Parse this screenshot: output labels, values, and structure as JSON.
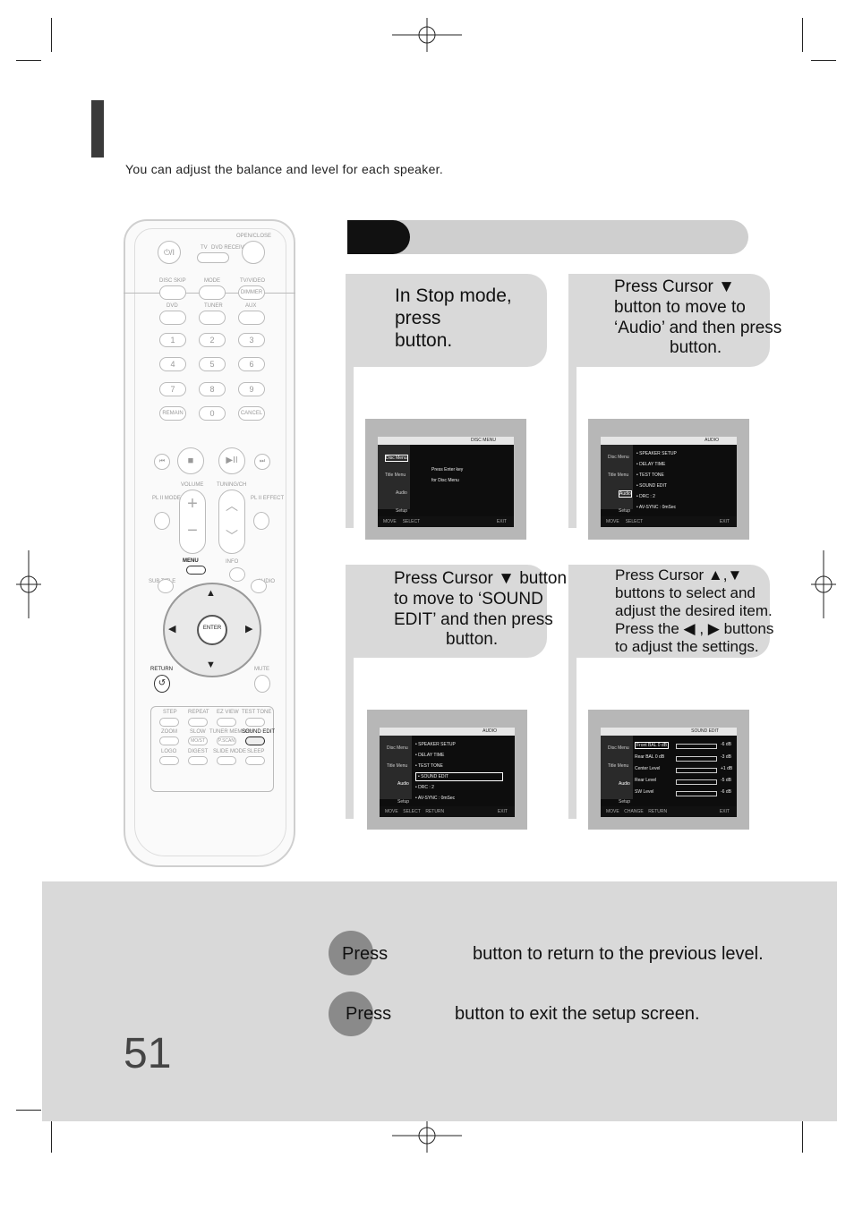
{
  "intro": "You can adjust the balance and level for each speaker.",
  "remote": {
    "power": "⏻/I",
    "top_labels": [
      "TV",
      "DVD RECEIVER",
      "OPEN/CLOSE"
    ],
    "row1": [
      "DISC SKIP",
      "MODE",
      "TV/VIDEO"
    ],
    "dimmer": "DIMMER",
    "row2": [
      "DVD",
      "TUNER",
      "AUX"
    ],
    "numbers": [
      "1",
      "2",
      "3",
      "4",
      "5",
      "6",
      "7",
      "8",
      "9"
    ],
    "row_bottom": [
      "REMAIN",
      "0",
      "CANCEL"
    ],
    "volume": "VOLUME",
    "tuning": "TUNING/CH",
    "pl_mode": "PL II MODE",
    "pl_effect": "PL II EFFECT",
    "menu": "MENU",
    "info": "INFO",
    "subtitle": "SUB TITLE",
    "audio": "AUDIO",
    "enter": "ENTER",
    "return": "RETURN",
    "mute": "MUTE",
    "grid1": [
      "STEP",
      "REPEAT",
      "EZ VIEW",
      "TEST TONE"
    ],
    "grid2": [
      "ZOOM",
      "SLOW",
      "TUNER MEMORY",
      "SOUND EDIT"
    ],
    "grid2b": [
      "MO/ST",
      "P.SCAN"
    ],
    "grid3": [
      "LOGO",
      "DIGEST",
      "SLIDE MODE",
      "SLEEP"
    ]
  },
  "steps": [
    {
      "lines": [
        "In Stop mode,",
        "press",
        "button."
      ]
    },
    {
      "lines": [
        "Press Cursor ▼",
        "button to move to",
        "‘Audio’ and then press",
        "button."
      ]
    },
    {
      "lines": [
        "Press Cursor ▼ button",
        "to move to ‘SOUND",
        "EDIT’ and then press",
        "button."
      ]
    },
    {
      "lines": [
        "Press Cursor  ▲,▼",
        "buttons to select and",
        "adjust the desired item.",
        "Press the  ◀ , ▶  buttons",
        "to adjust the settings."
      ]
    }
  ],
  "screens": [
    {
      "header": "DISC MENU",
      "side": [
        "Disc Menu",
        "Title Menu",
        "Audio",
        "Setup"
      ],
      "rows": [
        "Press Enter key",
        "for Disc Menu"
      ],
      "footer": [
        "MOVE",
        "SELECT",
        "EXIT"
      ]
    },
    {
      "header": "AUDIO",
      "side": [
        "Disc Menu",
        "Title Menu",
        "Audio",
        "Setup"
      ],
      "rows": [
        "• SPEAKER SETUP",
        "• DELAY TIME",
        "• TEST TONE",
        "• SOUND EDIT",
        "• DRC          :   2",
        "• AV-SYNC    :  0mSec"
      ],
      "footer": [
        "MOVE",
        "SELECT",
        "EXIT"
      ]
    },
    {
      "header": "AUDIO",
      "side": [
        "Disc Menu",
        "Title Menu",
        "Audio",
        "Setup"
      ],
      "rows": [
        "• SPEAKER SETUP",
        "• DELAY TIME",
        "• TEST TONE",
        "• SOUND EDIT",
        "• DRC          :   2",
        "• AV-SYNC    :  0mSec"
      ],
      "footer": [
        "MOVE",
        "SELECT",
        "RETURN",
        "EXIT"
      ]
    },
    {
      "header": "SOUND EDIT",
      "side": [
        "Disc Menu",
        "Title Menu",
        "Audio",
        "Setup"
      ],
      "rows": [
        "Front BAL  0 dB",
        "Rear BAL  0 dB",
        "Center Level",
        "Rear Level",
        "SW  Level"
      ],
      "values": [
        "-6 dB",
        "-3 dB",
        "+1 dB",
        "-5 dB",
        "-6 dB"
      ],
      "footer": [
        "MOVE",
        "CHANGE",
        "RETURN",
        "EXIT"
      ]
    }
  ],
  "notes": [
    {
      "press": "Press",
      "text": "button to return to the previous level."
    },
    {
      "press": "Press",
      "text": "button to exit the setup screen."
    }
  ],
  "page_number": "51"
}
